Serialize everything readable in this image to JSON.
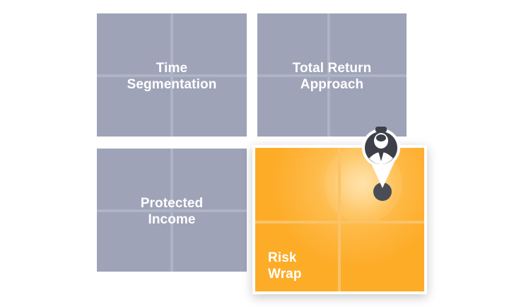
{
  "tiles": [
    {
      "label": "Time\nSegmentation"
    },
    {
      "label": "Total Return\nApproach"
    },
    {
      "label": "Protected\nIncome"
    },
    {
      "label": "Risk\nWrap"
    }
  ],
  "colors": {
    "tile_gray": "#9ea3b8",
    "tile_orange": "#fdac28",
    "label": "#ffffff",
    "figure_dark": "#3d4048"
  },
  "icons": {
    "figure": "person-top-view-icon"
  }
}
